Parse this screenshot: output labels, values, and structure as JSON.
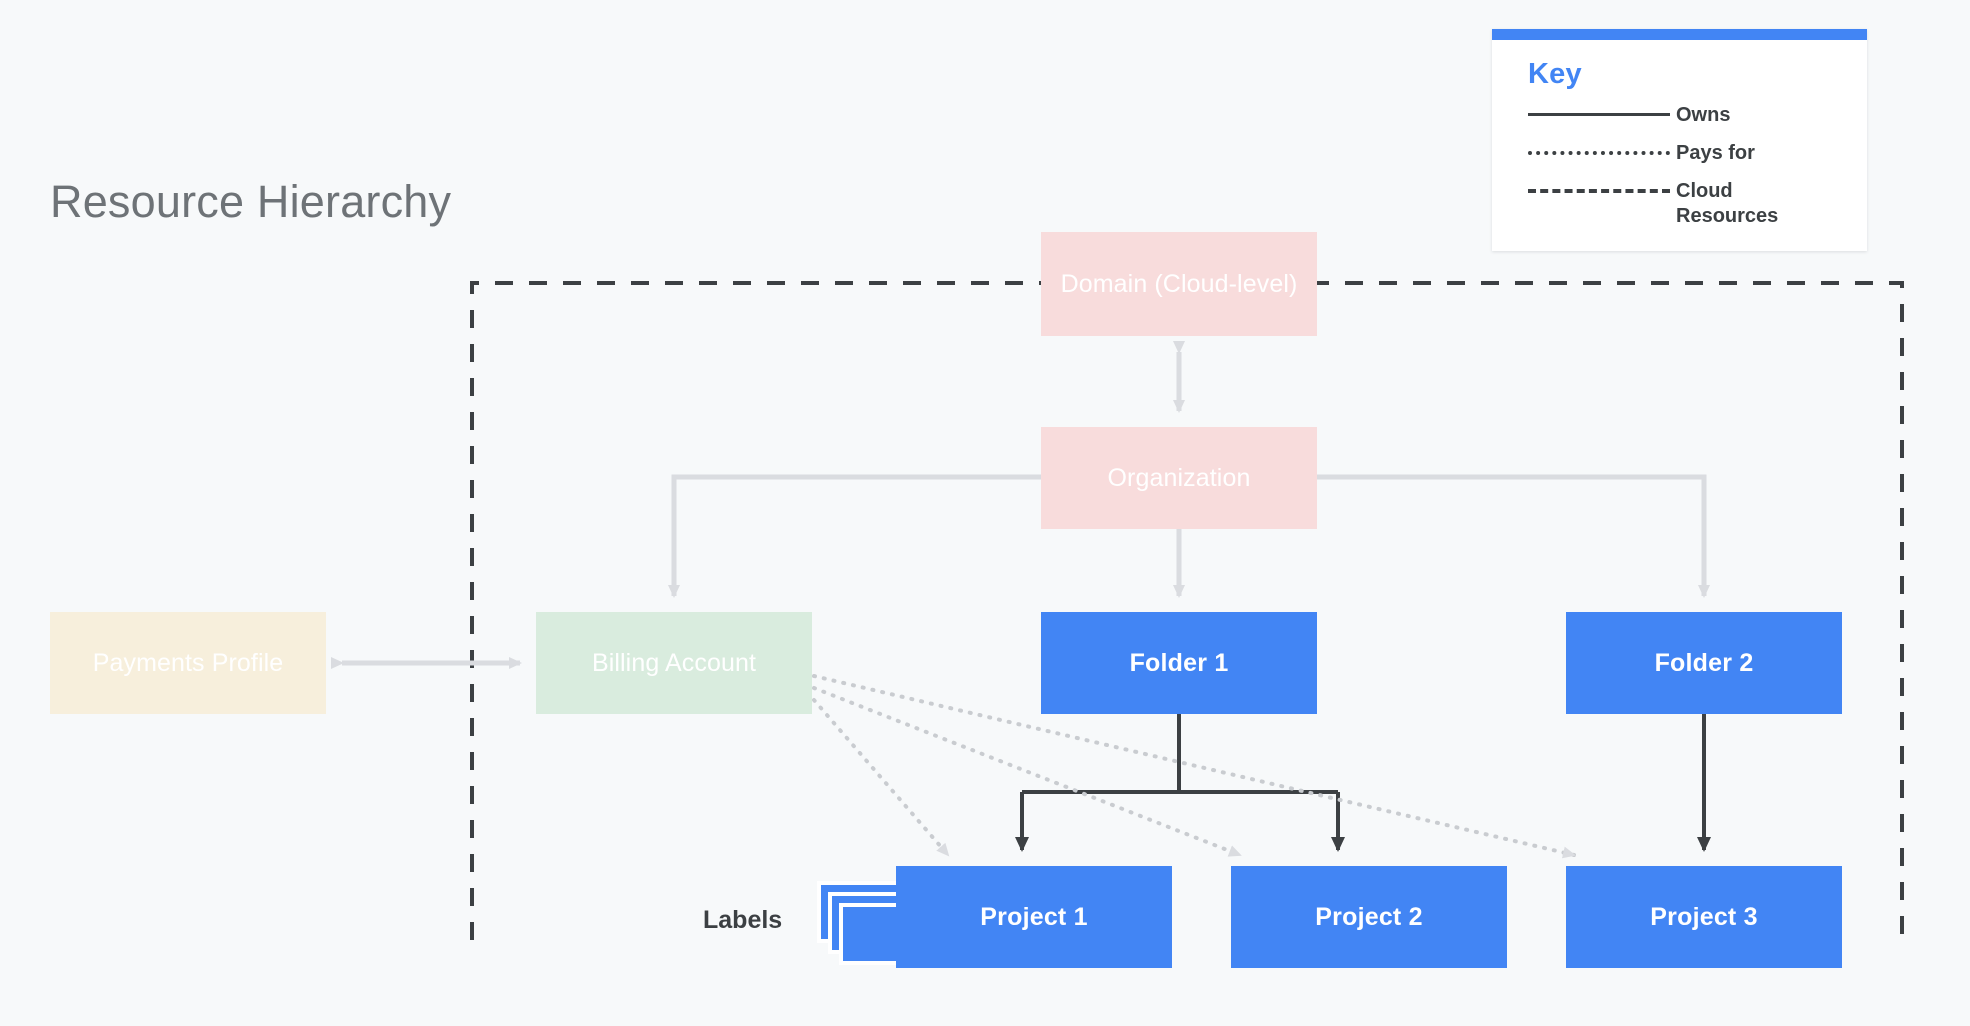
{
  "page": {
    "title": "Resource Hierarchy",
    "background_color": "#f7f9fa"
  },
  "colors": {
    "blue": "#4285f4",
    "pink": "#f8dcdc",
    "cream": "#f7efdc",
    "green": "#d9ecde",
    "dark_line": "#3c4043",
    "light_line": "#dadce0",
    "title_text": "#6e7377"
  },
  "legend": {
    "heading": "Key",
    "rows": [
      {
        "style": "solid",
        "label": "Owns"
      },
      {
        "style": "dotted",
        "label": "Pays for"
      },
      {
        "style": "dashed",
        "label": "Cloud Resources"
      }
    ]
  },
  "nodes": {
    "domain": "Domain (Cloud-level)",
    "organization": "Organization",
    "payments_profile": "Payments Profile",
    "billing_account": "Billing Account",
    "folder1": "Folder 1",
    "folder2": "Folder 2",
    "project1": "Project 1",
    "project2": "Project 2",
    "project3": "Project 3",
    "labels": "Labels"
  },
  "diagram_data": {
    "type": "diagram",
    "boundary": {
      "label": "Cloud Resources",
      "style": "dashed",
      "encloses": [
        "Domain (Cloud-level)",
        "Organization",
        "Billing Account",
        "Folder 1",
        "Folder 2",
        "Project 1",
        "Project 2",
        "Project 3",
        "Labels"
      ]
    },
    "edges": [
      {
        "from": "Domain (Cloud-level)",
        "to": "Organization",
        "relation": "owns",
        "style": "solid-light",
        "arrows": "both"
      },
      {
        "from": "Payments Profile",
        "to": "Billing Account",
        "relation": "owns",
        "style": "solid-light",
        "arrows": "both"
      },
      {
        "from": "Organization",
        "to": "Billing Account",
        "relation": "owns",
        "style": "solid-light",
        "arrows": "to"
      },
      {
        "from": "Organization",
        "to": "Folder 1",
        "relation": "owns",
        "style": "solid-light",
        "arrows": "to"
      },
      {
        "from": "Organization",
        "to": "Folder 2",
        "relation": "owns",
        "style": "solid-light",
        "arrows": "to"
      },
      {
        "from": "Folder 1",
        "to": "Project 1",
        "relation": "owns",
        "style": "solid-dark",
        "arrows": "to"
      },
      {
        "from": "Folder 1",
        "to": "Project 2",
        "relation": "owns",
        "style": "solid-dark",
        "arrows": "to"
      },
      {
        "from": "Folder 2",
        "to": "Project 3",
        "relation": "owns",
        "style": "solid-dark",
        "arrows": "to"
      },
      {
        "from": "Billing Account",
        "to": "Project 1",
        "relation": "pays for",
        "style": "dotted",
        "arrows": "to"
      },
      {
        "from": "Billing Account",
        "to": "Project 2",
        "relation": "pays for",
        "style": "dotted",
        "arrows": "to"
      },
      {
        "from": "Billing Account",
        "to": "Project 3",
        "relation": "pays for",
        "style": "dotted",
        "arrows": "to"
      }
    ]
  }
}
